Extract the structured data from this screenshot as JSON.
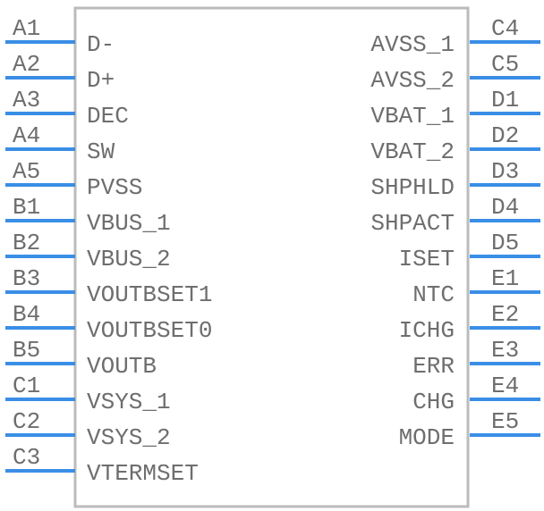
{
  "colors": {
    "pin_line": "#3a8ee6",
    "body_border": "#bbbbbb",
    "text": "#6e6e6e",
    "background": "#ffffff"
  },
  "left_pins": [
    {
      "num": "A1",
      "name": "D-"
    },
    {
      "num": "A2",
      "name": "D+"
    },
    {
      "num": "A3",
      "name": "DEC"
    },
    {
      "num": "A4",
      "name": "SW"
    },
    {
      "num": "A5",
      "name": "PVSS"
    },
    {
      "num": "B1",
      "name": "VBUS_1"
    },
    {
      "num": "B2",
      "name": "VBUS_2"
    },
    {
      "num": "B3",
      "name": "VOUTBSET1"
    },
    {
      "num": "B4",
      "name": "VOUTBSET0"
    },
    {
      "num": "B5",
      "name": "VOUTB"
    },
    {
      "num": "C1",
      "name": "VSYS_1"
    },
    {
      "num": "C2",
      "name": "VSYS_2"
    },
    {
      "num": "C3",
      "name": "VTERMSET"
    }
  ],
  "right_pins": [
    {
      "num": "C4",
      "name": "AVSS_1"
    },
    {
      "num": "C5",
      "name": "AVSS_2"
    },
    {
      "num": "D1",
      "name": "VBAT_1"
    },
    {
      "num": "D2",
      "name": "VBAT_2"
    },
    {
      "num": "D3",
      "name": "SHPHLD"
    },
    {
      "num": "D4",
      "name": "SHPACT"
    },
    {
      "num": "D5",
      "name": "ISET"
    },
    {
      "num": "E1",
      "name": "NTC"
    },
    {
      "num": "E2",
      "name": "ICHG"
    },
    {
      "num": "E3",
      "name": "ERR"
    },
    {
      "num": "E4",
      "name": "CHG"
    },
    {
      "num": "E5",
      "name": "MODE"
    }
  ]
}
